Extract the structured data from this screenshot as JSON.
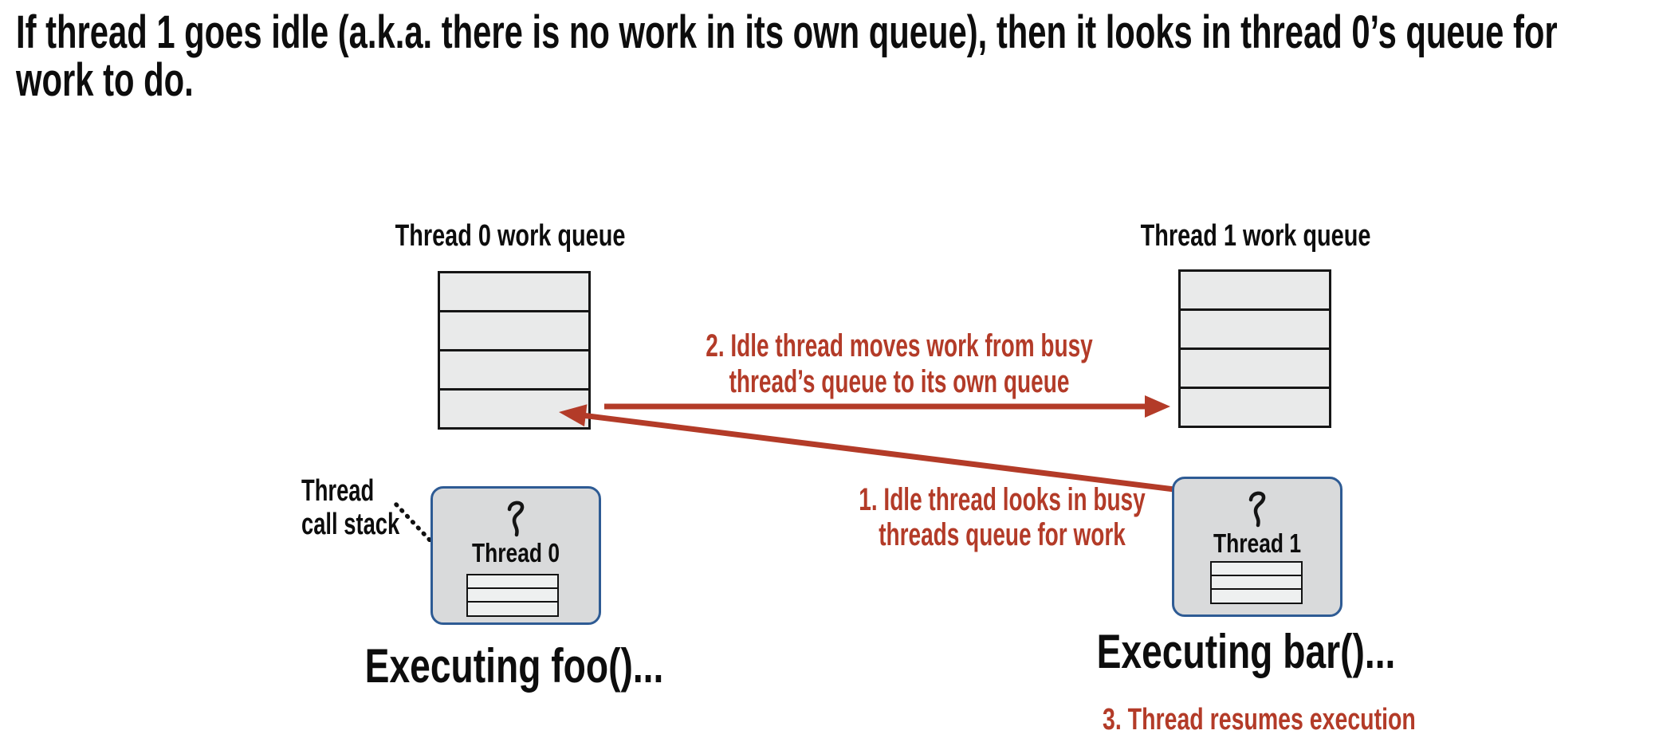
{
  "title": {
    "line1": "If thread 1 goes idle (a.k.a. there is no work in its own queue), then it looks in thread 0’s queue for",
    "line2": "work to do."
  },
  "queues": {
    "thread0": {
      "label": "Thread 0 work queue",
      "cell_count": 4
    },
    "thread1": {
      "label": "Thread 1 work queue",
      "cell_count": 4
    }
  },
  "threads": {
    "thread0": {
      "name": "Thread 0",
      "status": "Executing foo()...",
      "stack_rows": 3
    },
    "thread1": {
      "name": "Thread 1",
      "status": "Executing bar()...",
      "stack_rows": 3
    }
  },
  "callstack_label": {
    "line1": "Thread",
    "line2": "call stack"
  },
  "steps": {
    "step1": {
      "line1": "1. Idle thread looks in busy",
      "line2": "threads queue for work"
    },
    "step2": {
      "line1": "2. Idle thread moves work from busy",
      "line2": "thread’s queue to its own queue"
    },
    "step3": "3. Thread resumes execution"
  },
  "icons": {
    "step1_arrow": "red-arrow-diagonal",
    "step2_arrow": "red-arrow-horizontal",
    "callstack_arrow": "black-dotted-arrow",
    "thread_glyph": "thread-squiggle"
  },
  "colors": {
    "accent_red": "#b33b28",
    "thread_box_border_blue": "#2e5b94",
    "thread_box_fill": "#d9dadb",
    "queue_cell_fill": "#e9eaea",
    "stack_row_fill": "#eef0f0",
    "text_black": "#0d0d0d",
    "background": "#ffffff"
  }
}
